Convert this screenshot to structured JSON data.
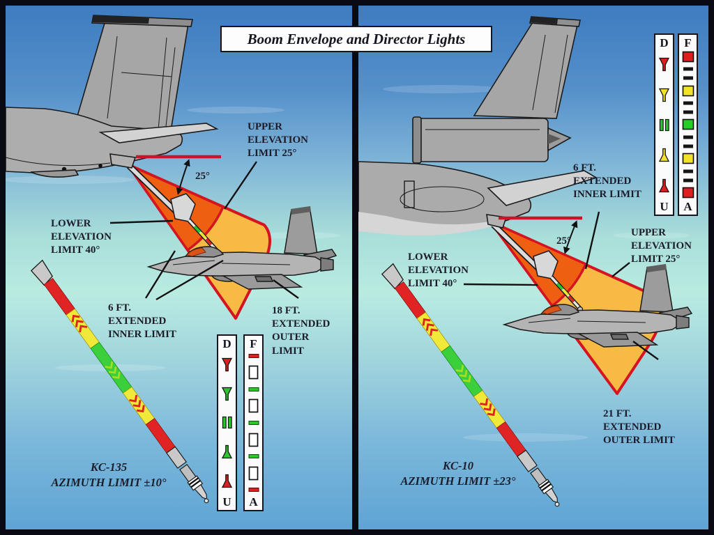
{
  "title": "Boom Envelope and Director Lights",
  "colors": {
    "sky_top": "#3e7cc0",
    "sky_mid": "#b9ebe1",
    "sky_bottom": "#5ea4d4",
    "envelope_inner": "#ee5f12",
    "envelope_outer": "#f6ba45",
    "limit_line_red": "#d41420",
    "light_red": "#dc1f1f",
    "light_green": "#2dc42d",
    "light_yellow": "#f2e22c"
  },
  "left_panel": {
    "labels": {
      "upper_elevation": "UPPER\nELEVATION\nLIMIT 25°",
      "elevation_angle": "25°",
      "lower_elevation": "LOWER\nELEVATION\nLIMIT 40°",
      "inner_limit": "6 FT.\nEXTENDED\nINNER LIMIT",
      "outer_limit": "18 FT.\nEXTENDED\nOUTER\nLIMIT",
      "azimuth": "KC-135\nAZIMUTH LIMIT ±10°"
    },
    "director_lights": {
      "elevation_column": {
        "top": "D",
        "bottom": "U",
        "symbols": [
          "arrow-down-red",
          "arrow-down-green",
          "center-bars-green",
          "arrow-up-green",
          "arrow-up-red"
        ]
      },
      "extension_column": {
        "top": "F",
        "bottom": "A",
        "symbols": [
          "dash-red",
          "slot-blank",
          "dash-green",
          "slot-blank",
          "dash-green",
          "slot-blank",
          "dash-green",
          "slot-blank",
          "dash-red"
        ]
      }
    }
  },
  "right_panel": {
    "labels": {
      "inner_limit": "6 FT.\nEXTENDED\nINNER LIMIT",
      "upper_elevation": "UPPER\nELEVATION\nLIMIT 25°",
      "elevation_angle": "25°",
      "lower_elevation": "LOWER\nELEVATION\nLIMIT 40°",
      "outer_limit": "21 FT.\nEXTENDED\nOUTER LIMIT",
      "azimuth": "KC-10\nAZIMUTH LIMIT ±23°"
    },
    "director_lights": {
      "elevation_column": {
        "top": "D",
        "bottom": "U",
        "symbols": [
          "arrow-down-red",
          "arrow-down-yellow",
          "center-bars-green",
          "arrow-up-yellow",
          "arrow-up-red"
        ]
      },
      "extension_column": {
        "top": "F",
        "bottom": "A",
        "symbols": [
          "square-red",
          "dash-black",
          "dash-black",
          "square-yellow",
          "dash-black",
          "dash-black",
          "square-green",
          "dash-black",
          "dash-black",
          "square-yellow",
          "dash-black",
          "dash-black",
          "square-red"
        ]
      }
    }
  }
}
